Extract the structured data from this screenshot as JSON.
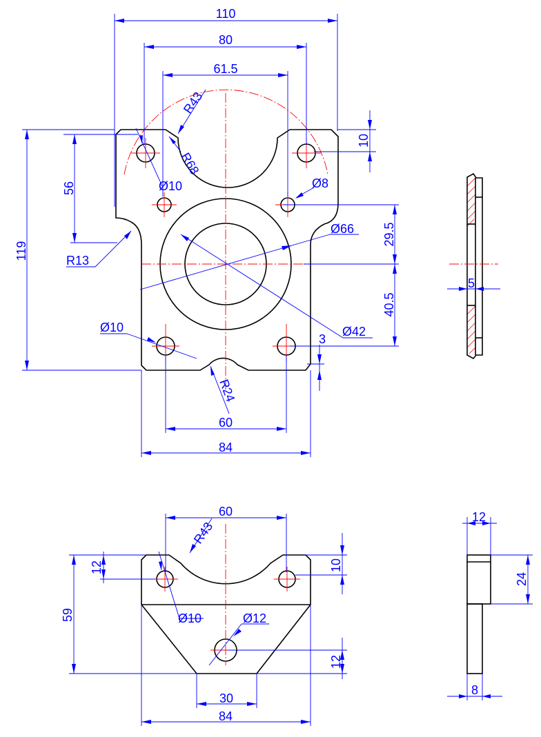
{
  "colors": {
    "object": "#000000",
    "center": "#ff0000",
    "dimension": "#0000ff",
    "hatch": "#ff0000"
  },
  "front_view": {
    "dim_110": "110",
    "dim_80": "80",
    "dim_61_5": "61.5",
    "dim_r43": "R43",
    "dim_r68": "R68",
    "dim_10_top": "10",
    "dim_phi10_top": "Ø10",
    "dim_phi8": "Ø8",
    "dim_56": "56",
    "dim_119": "119",
    "dim_r13": "R13",
    "dim_phi66": "Ø66",
    "dim_29_5": "29.5",
    "dim_40_5": "40.5",
    "dim_phi10_bottom": "Ø10",
    "dim_phi42": "Ø42",
    "dim_3": "3",
    "dim_r24": "R24",
    "dim_60": "60",
    "dim_84": "84"
  },
  "side_view_top": {
    "dim_5": "5"
  },
  "bottom_view": {
    "dim_60": "60",
    "dim_r43": "R43",
    "dim_12_left": "12",
    "dim_10": "10",
    "dim_59": "59",
    "dim_phi10": "Ø10",
    "dim_phi12": "Ø12",
    "dim_12_right": "12",
    "dim_30": "30",
    "dim_84": "84"
  },
  "side_view_bottom": {
    "dim_12": "12",
    "dim_24": "24",
    "dim_8": "8"
  }
}
